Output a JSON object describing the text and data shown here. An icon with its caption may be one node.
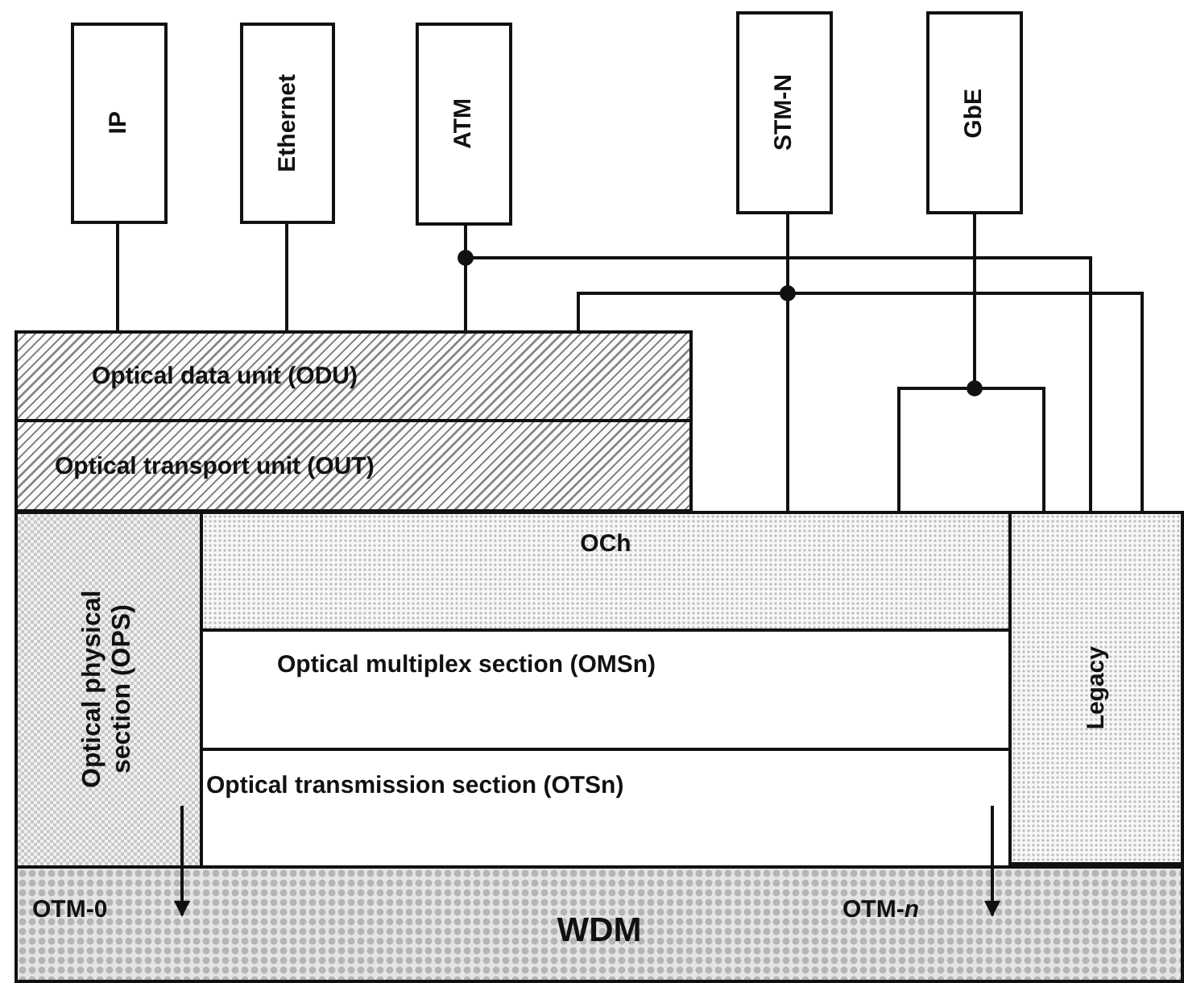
{
  "diagram": {
    "nodes": [
      {
        "text": [
          "IP"
        ]
      },
      {
        "text": [
          "Ethernet"
        ]
      },
      {
        "text": [
          "ATM"
        ]
      },
      {
        "text": [
          "STM-N"
        ]
      },
      {
        "text": [
          "GbE"
        ]
      },
      {
        "text": [
          "Optical data unit (ODU)"
        ]
      },
      {
        "text": [
          "Optical transport unit (OUT)"
        ]
      },
      {
        "text": [
          "Optical physical section (OPS)"
        ]
      },
      {
        "text": [
          "OCh"
        ]
      },
      {
        "text": [
          "Optical multiplex section (OMSn)"
        ]
      },
      {
        "text": [
          "Optical transmission section (OTSn)"
        ]
      },
      {
        "text": [
          "Legacy"
        ]
      },
      {
        "text": [
          "WDM"
        ]
      }
    ],
    "edges": [
      {
        "from": 0,
        "to": 5,
        "arrow": "none"
      },
      {
        "from": 1,
        "to": 5,
        "arrow": "none"
      },
      {
        "from": 2,
        "to": 5,
        "arrow": "none"
      },
      {
        "from": 2,
        "to": 11,
        "arrow": "none"
      },
      {
        "from": 3,
        "to": 5,
        "arrow": "none"
      },
      {
        "from": 3,
        "to": 11,
        "arrow": "none"
      },
      {
        "from": 3,
        "to": 8,
        "arrow": "none"
      },
      {
        "from": 4,
        "to": 8,
        "arrow": "none"
      },
      {
        "from": 4,
        "to": 11,
        "arrow": "none"
      },
      {
        "from": 7,
        "to": 12,
        "arrow": "to"
      },
      {
        "from": 10,
        "to": 12,
        "arrow": "to"
      }
    ],
    "labels": [
      "OTM-0",
      "OTM-*n*"
    ]
  }
}
